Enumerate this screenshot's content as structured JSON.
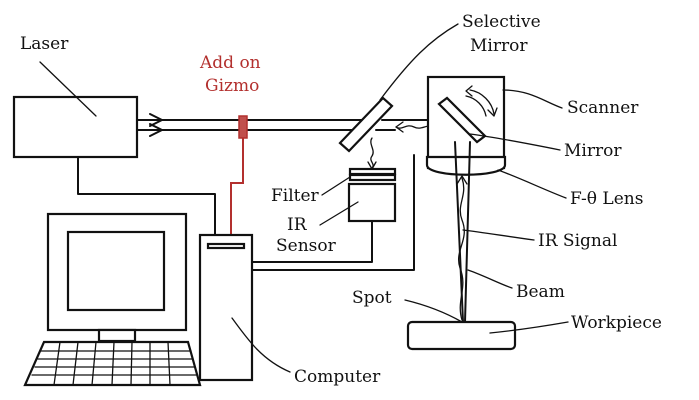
{
  "labels": {
    "laser": "Laser",
    "add_on_line1": "Add on",
    "add_on_line2": "Gizmo",
    "selective_line1": "Selective",
    "selective_line2": "Mirror",
    "scanner": "Scanner",
    "mirror": "Mirror",
    "filter": "Filter",
    "ir_line1": "IR",
    "ir_line2": "Sensor",
    "f_theta_lens": "F-θ Lens",
    "ir_signal": "IR Signal",
    "beam": "Beam",
    "spot": "Spot",
    "workpiece": "Workpiece",
    "computer": "Computer"
  },
  "colors": {
    "gizmo_accent": "#b3302e",
    "ink": "#111111"
  }
}
